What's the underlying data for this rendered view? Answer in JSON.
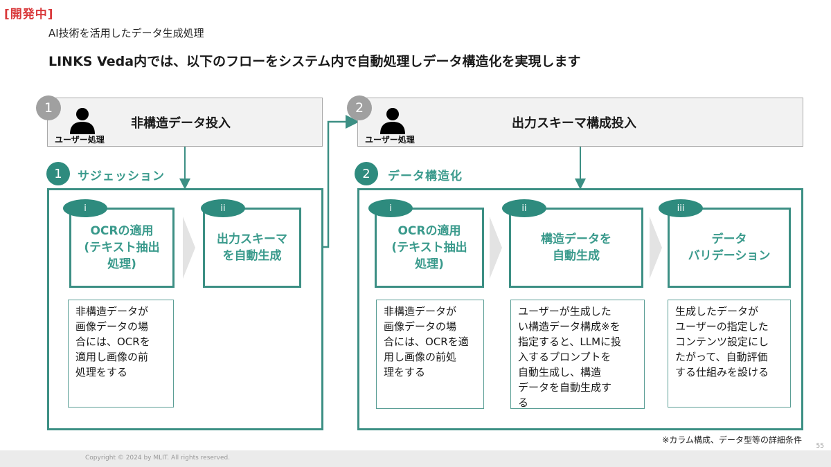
{
  "header": {
    "status_tag": "[開発中]",
    "subtitle": "AI技術を活用したデータ生成処理",
    "headline": "LINKS Veda内では、以下のフローをシステム内で自動処理しデータ構造化を実現します"
  },
  "user_inputs": [
    {
      "number": "1",
      "title": "非構造データ投入",
      "user_label": "ユーザー処理",
      "icon": "user-icon"
    },
    {
      "number": "2",
      "title": "出力スキーマ構成投入",
      "user_label": "ユーザー処理",
      "icon": "user-icon"
    }
  ],
  "sections": [
    {
      "number": "1",
      "title": "サジェッション",
      "steps": [
        {
          "roman": "i",
          "title": "OCRの適用\n(テキスト抽出\n処理)",
          "description": "非構造データが\n画像データの場\n合には、OCRを\n適用し画像の前\n処理をする"
        },
        {
          "roman": "ii",
          "title": "出力スキーマ\nを自動生成",
          "description": ""
        }
      ]
    },
    {
      "number": "2",
      "title": "データ構造化",
      "steps": [
        {
          "roman": "i",
          "title": "OCRの適用\n(テキスト抽出\n処理)",
          "description": "非構造データが\n画像データの場\n合には、OCRを適\n用し画像の前処\n理をする"
        },
        {
          "roman": "ii",
          "title": "構造データを\n自動生成",
          "description": "ユーザーが生成した\nい構造データ構成※を\n指定すると、LLMに投\n入するプロンプトを\n自動生成し、構造\nデータを自動生成す\nる"
        },
        {
          "roman": "iii",
          "title": "データ\nバリデーション",
          "description": "生成したデータが\nユーザーの指定した\nコンテンツ設定にし\nたがって、自動評価\nする仕組みを設ける"
        }
      ]
    }
  ],
  "footnote": "※カラム構成、データ型等の詳細条件",
  "page_number": "55",
  "copyright": "Copyright © 2024 by MLIT. All rights reserved.",
  "colors": {
    "teal": "#2e8b7e",
    "teal_border": "#3c8f84",
    "teal_text": "#3a9a8c",
    "gray_circle": "#a0a0a0",
    "input_bg": "#f2f2f2",
    "status_red": "#d9393b"
  }
}
